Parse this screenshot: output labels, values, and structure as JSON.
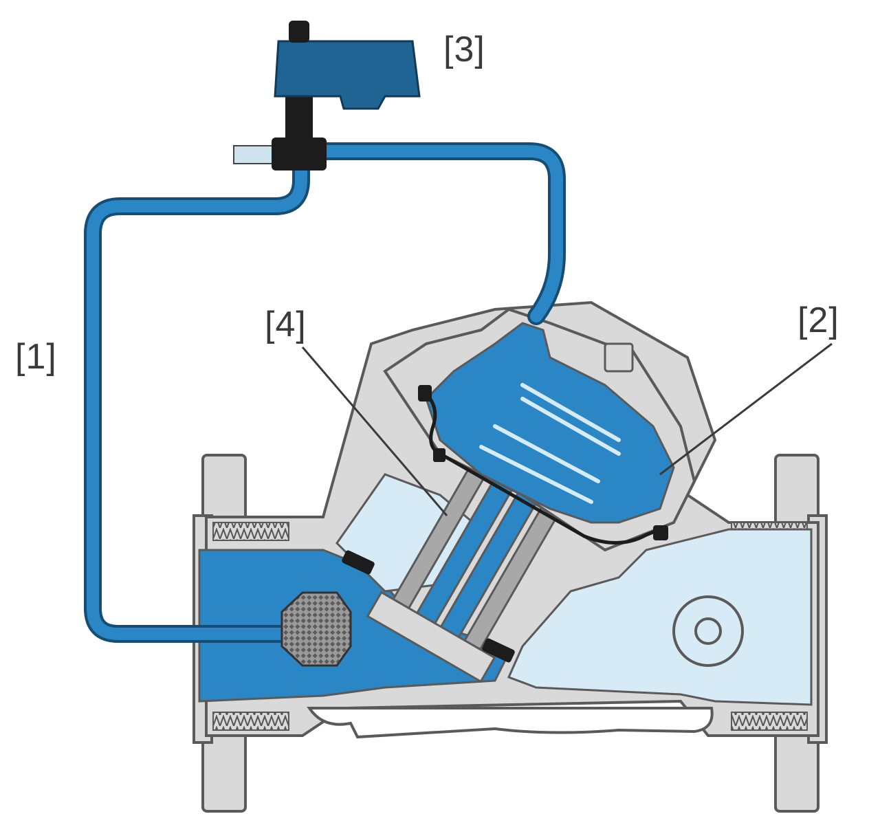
{
  "labels": {
    "pilot_line": "[1]",
    "control_chamber": "[2]",
    "solenoid_actuator": "[3]",
    "diaphragm_seal": "[4]"
  },
  "colors": {
    "water_dark": "#2a86c4",
    "water_light": "#d6ebf5",
    "metal": "#d9d9d9",
    "outline": "#5a5a5a",
    "actuator": "#1f6493",
    "seal": "#1c1c1c"
  },
  "icons": {
    "solenoid": "solenoid-valve-icon",
    "strainer": "strainer-mesh-icon"
  }
}
